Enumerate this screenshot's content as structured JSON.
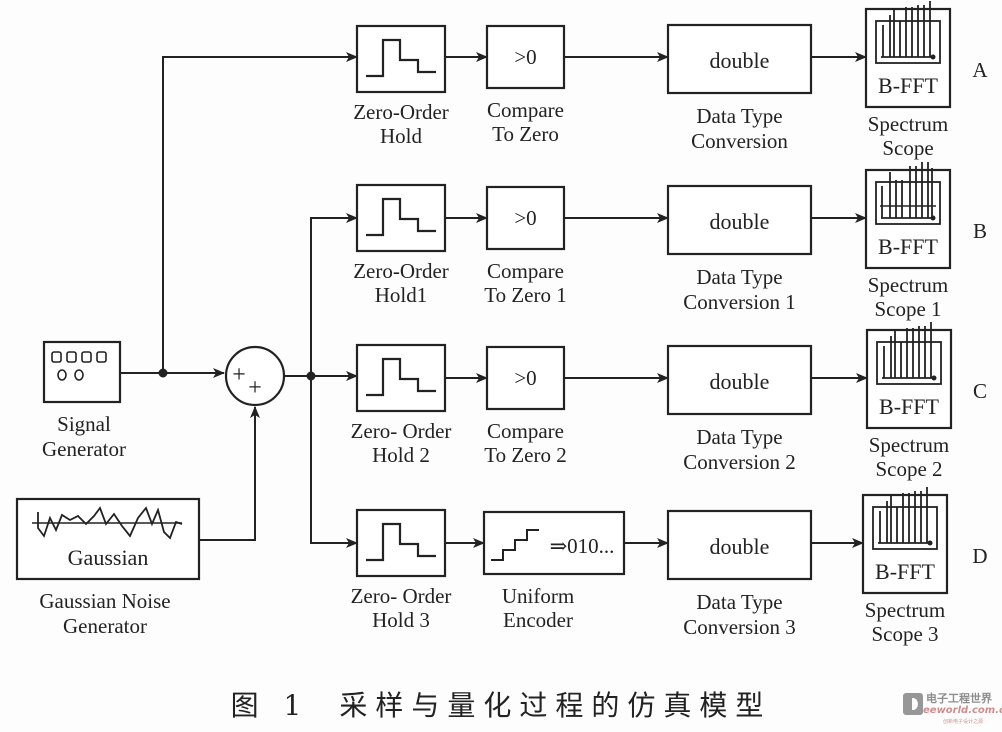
{
  "figure": {
    "caption_number": "图 1",
    "caption_title": "采样与量化过程的仿真模型"
  },
  "sources": {
    "signal_generator": {
      "label_line1": "Signal",
      "label_line2": "Generator",
      "icon": "signal-generator-icon"
    },
    "gaussian": {
      "block_text": "Gaussian",
      "label_line1": "Gaussian Noise",
      "label_line2": "Generator",
      "icon": "noise-waveform-icon"
    },
    "sum": {
      "signs": [
        "+",
        "+"
      ],
      "icon": "sum-icon"
    }
  },
  "rows": [
    {
      "id": "A",
      "hold": {
        "line1": "Zero-Order",
        "line2": "Hold"
      },
      "mid": {
        "type": "compare",
        "text": ">0",
        "line1": "Compare",
        "line2": "To Zero"
      },
      "dtc": {
        "text": "double",
        "line1": "Data Type",
        "line2": "Conversion"
      },
      "scope": {
        "text": "B-FFT",
        "line1": "Spectrum",
        "line2": "Scope"
      }
    },
    {
      "id": "B",
      "hold": {
        "line1": "Zero-Order",
        "line2": "Hold1"
      },
      "mid": {
        "type": "compare",
        "text": ">0",
        "line1": "Compare",
        "line2": "To Zero 1"
      },
      "dtc": {
        "text": "double",
        "line1": "Data Type",
        "line2": "Conversion 1"
      },
      "scope": {
        "text": "B-FFT",
        "line1": "Spectrum",
        "line2": "Scope 1"
      }
    },
    {
      "id": "C",
      "hold": {
        "line1": "Zero- Order",
        "line2": "Hold 2"
      },
      "mid": {
        "type": "compare",
        "text": ">0",
        "line1": "Compare",
        "line2": "To Zero 2"
      },
      "dtc": {
        "text": "double",
        "line1": "Data Type",
        "line2": "Conversion 2"
      },
      "scope": {
        "text": "B-FFT",
        "line1": "Spectrum",
        "line2": "Scope 2"
      }
    },
    {
      "id": "D",
      "hold": {
        "line1": "Zero- Order",
        "line2": "Hold 3"
      },
      "mid": {
        "type": "encoder",
        "text": "⇒010...",
        "line1": "Uniform",
        "line2": "Encoder"
      },
      "dtc": {
        "text": "double",
        "line1": "Data Type",
        "line2": "Conversion 3"
      },
      "scope": {
        "text": "B-FFT",
        "line1": "Spectrum",
        "line2": "Scope 3"
      }
    }
  ],
  "watermark": {
    "cn": "电子工程世界",
    "en": "eeworld.com.cn",
    "sub": "创新电子设计之源"
  }
}
